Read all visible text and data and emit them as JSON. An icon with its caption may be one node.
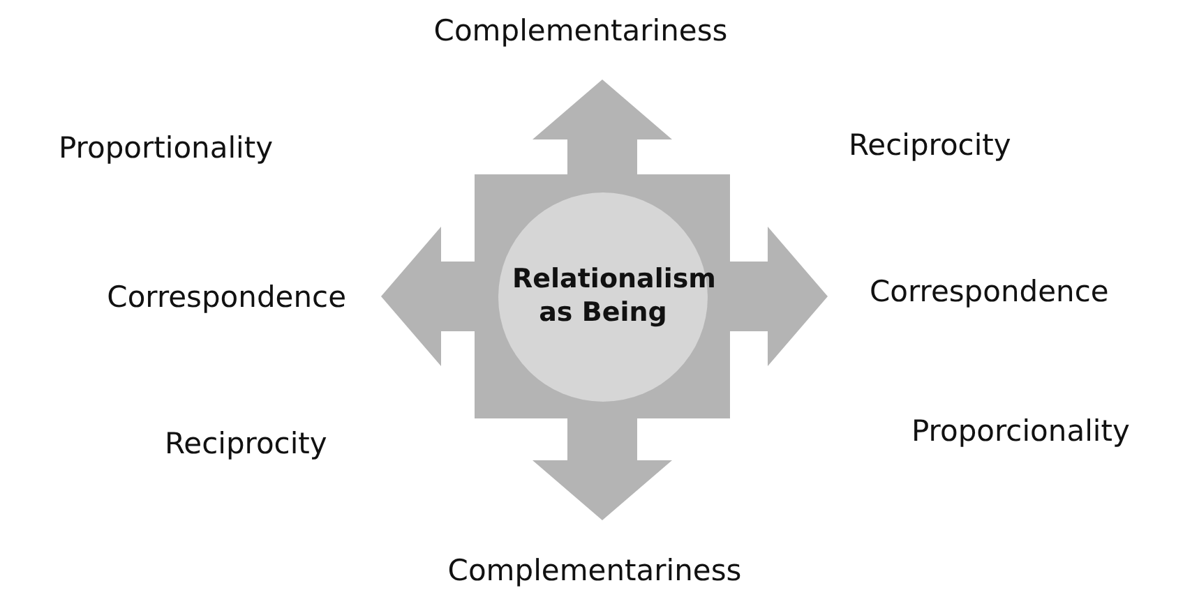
{
  "diagram": {
    "nodes": [
      {
        "text": [],
        "shape": "box"
      },
      {
        "text": [
          "Relationalism as Being"
        ],
        "in": 0
      },
      {
        "text": [
          "Complementariness"
        ]
      },
      {
        "text": [
          "Correspondence"
        ]
      },
      {
        "text": [
          "Correspondence"
        ]
      },
      {
        "text": [
          "Complementariness"
        ]
      }
    ],
    "edges": [
      {
        "from": 0,
        "to": 2,
        "arrow": "to",
        "style": "thick"
      },
      {
        "from": 0,
        "to": 3,
        "arrow": "to",
        "style": "thick"
      },
      {
        "from": 0,
        "to": 4,
        "arrow": "to",
        "style": "thick"
      },
      {
        "from": 0,
        "to": 5,
        "arrow": "to",
        "style": "thick"
      }
    ],
    "labels": [
      "Proportionality",
      "Reciprocity",
      "Reciprocity",
      "Proporcionality"
    ]
  }
}
